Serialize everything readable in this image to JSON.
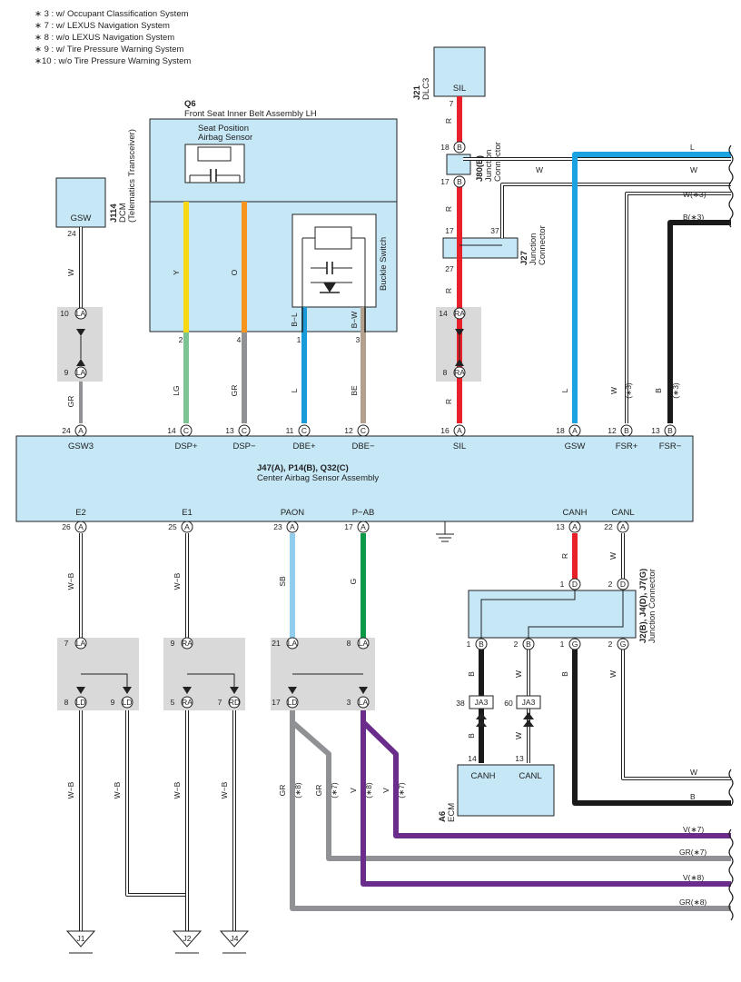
{
  "notes": [
    "∗ 3 : w/ Occupant Classification System",
    "∗ 7 : w/ LEXUS Navigation System",
    "∗ 8 : w/o LEXUS Navigation System",
    "∗ 9 : w/ Tire Pressure Warning System",
    "∗10 : w/o Tire Pressure Warning System"
  ],
  "q6": {
    "code": "Q6",
    "name": "Front Seat Inner Belt Assembly LH",
    "sensor_line1": "Seat Position",
    "sensor_line2": "Airbag Sensor",
    "buckle": "Buckle Switch"
  },
  "j114": {
    "code": "J114",
    "name_line1": "DCM",
    "name_line2": "(Telematics Transceiver)",
    "terminal": "GSW"
  },
  "j21": {
    "code": "J21",
    "name": "DLC3",
    "terminal": "SIL"
  },
  "j80": {
    "code": "J80(B)",
    "name_line1": "Junction",
    "name_line2": "Connector"
  },
  "j27": {
    "code": "J27",
    "name_line1": "Junction",
    "name_line2": "Connector"
  },
  "center": {
    "codes": "J47(A), P14(B), Q32(C)",
    "name": "Center Airbag Sensor Assembly",
    "top_terms": [
      "GSW3",
      "DSP+",
      "DSP−",
      "DBE+",
      "DBE−",
      "SIL",
      "GSW",
      "FSR+",
      "FSR−"
    ],
    "bottom_terms": [
      "E2",
      "E1",
      "PAON",
      "P−AB",
      "CANH",
      "CANL"
    ]
  },
  "jcon": {
    "codes": "J2(B), J4(D), J7(G)",
    "name": "Junction Connector"
  },
  "ecm": {
    "code": "A6",
    "name": "ECM",
    "t1": "CANH",
    "t2": "CANL"
  },
  "grounds": [
    "J1",
    "J2",
    "J4"
  ],
  "ja3": "JA3",
  "pins": {
    "p24a": "24",
    "pa": "A",
    "p14c": "14",
    "pc": "C",
    "p13c": "13",
    "p11c": "11",
    "p12c": "12",
    "p16a": "16",
    "p18a": "18",
    "p12b": "12",
    "pb": "B",
    "p13b": "13",
    "p26a": "26",
    "p25a": "25",
    "p23a": "23",
    "p17a": "17",
    "p13a": "13",
    "p22a": "22",
    "q2": "2",
    "q4": "4",
    "q1": "1",
    "q3": "3",
    "j24": "24",
    "j7": "7",
    "j18": "18",
    "j17": "17",
    "j17b": "17",
    "j37": "37",
    "j27": "27",
    "la": "LA",
    "ra": "RA",
    "ld": "LD",
    "rd": "RD",
    "p10": "10",
    "p9": "9",
    "p14": "14",
    "p8": "8",
    "p7": "7",
    "p5": "5",
    "p21": "21",
    "p3": "3",
    "p1": "1",
    "p2": "2",
    "pd": "D",
    "pg": "G",
    "p38": "38",
    "p60": "60",
    "e14": "14",
    "e13": "13"
  },
  "wires": {
    "W": "W",
    "GR": "GR",
    "Y": "Y",
    "O": "O",
    "LG": "LG",
    "L": "L",
    "BE": "BE",
    "R": "R",
    "B": "B",
    "BL": "B−L",
    "BW": "B−W",
    "WB": "W−B",
    "SB": "SB",
    "G": "G",
    "V": "V",
    "W3": "W(∗3)",
    "B3": "B(∗3)",
    "s3": "(∗3)",
    "s7": "(∗7)",
    "s8": "(∗8)",
    "V7": "V(∗7)",
    "GR7": "GR(∗7)",
    "V8": "V(∗8)",
    "GR8": "GR(∗8)"
  },
  "colors": {
    "red": "#e8202a",
    "cyan": "#1aa3e0",
    "black": "#1a1a1a",
    "yellow": "#f8d812",
    "orange": "#f7941d",
    "lgreen": "#7cc494",
    "gray": "#8f9194",
    "blue": "#1a9ad8",
    "tan": "#b3a08c",
    "sky": "#90cdee",
    "green": "#0c9a48",
    "violet": "#6b2d8c",
    "box": "#c5e7f6",
    "shade": "#d9d9d9"
  }
}
